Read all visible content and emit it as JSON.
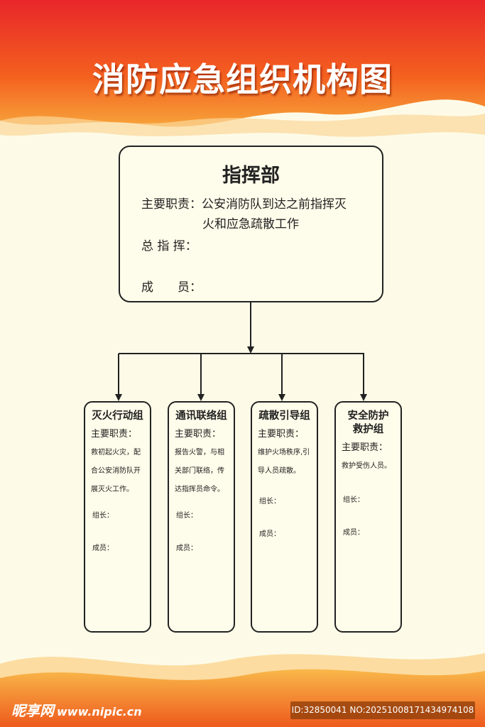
{
  "title": "消防应急组织机构图",
  "command": {
    "name": "指挥部",
    "duty_label": "主要职责：",
    "duty_line1": "公安消防队到达之前指挥灭",
    "duty_line2": "火和应急疏散工作",
    "commander_label": "总 指 挥：",
    "members_label": "成　　员："
  },
  "groups": [
    {
      "name": "灭火行动组",
      "duty_label": "主要职责：",
      "desc": [
        "救初起火灾，配",
        "合公安消防队开",
        "展灭火工作。"
      ],
      "leader_label": "组长：",
      "members_label": "成员："
    },
    {
      "name": "通讯联络组",
      "duty_label": "主要职责：",
      "desc": [
        "报告火警，与相",
        "关部门联络，传",
        "达指挥员命令。"
      ],
      "leader_label": "组长：",
      "members_label": "成员："
    },
    {
      "name": "疏散引导组",
      "duty_label": "主要职责：",
      "desc": [
        "维护火场秩序,引",
        "导人员疏散。"
      ],
      "leader_label": "组长：",
      "members_label": "成员："
    },
    {
      "name": "安全防护救护组",
      "duty_label": "主要职责：",
      "desc": [
        "救护受伤人员。"
      ],
      "leader_label": "组长：",
      "members_label": "成员："
    }
  ],
  "footer": {
    "logo": "昵享网",
    "url": "www.nipic.cn",
    "id": "ID:32850041 NO:20251008171434974108"
  }
}
